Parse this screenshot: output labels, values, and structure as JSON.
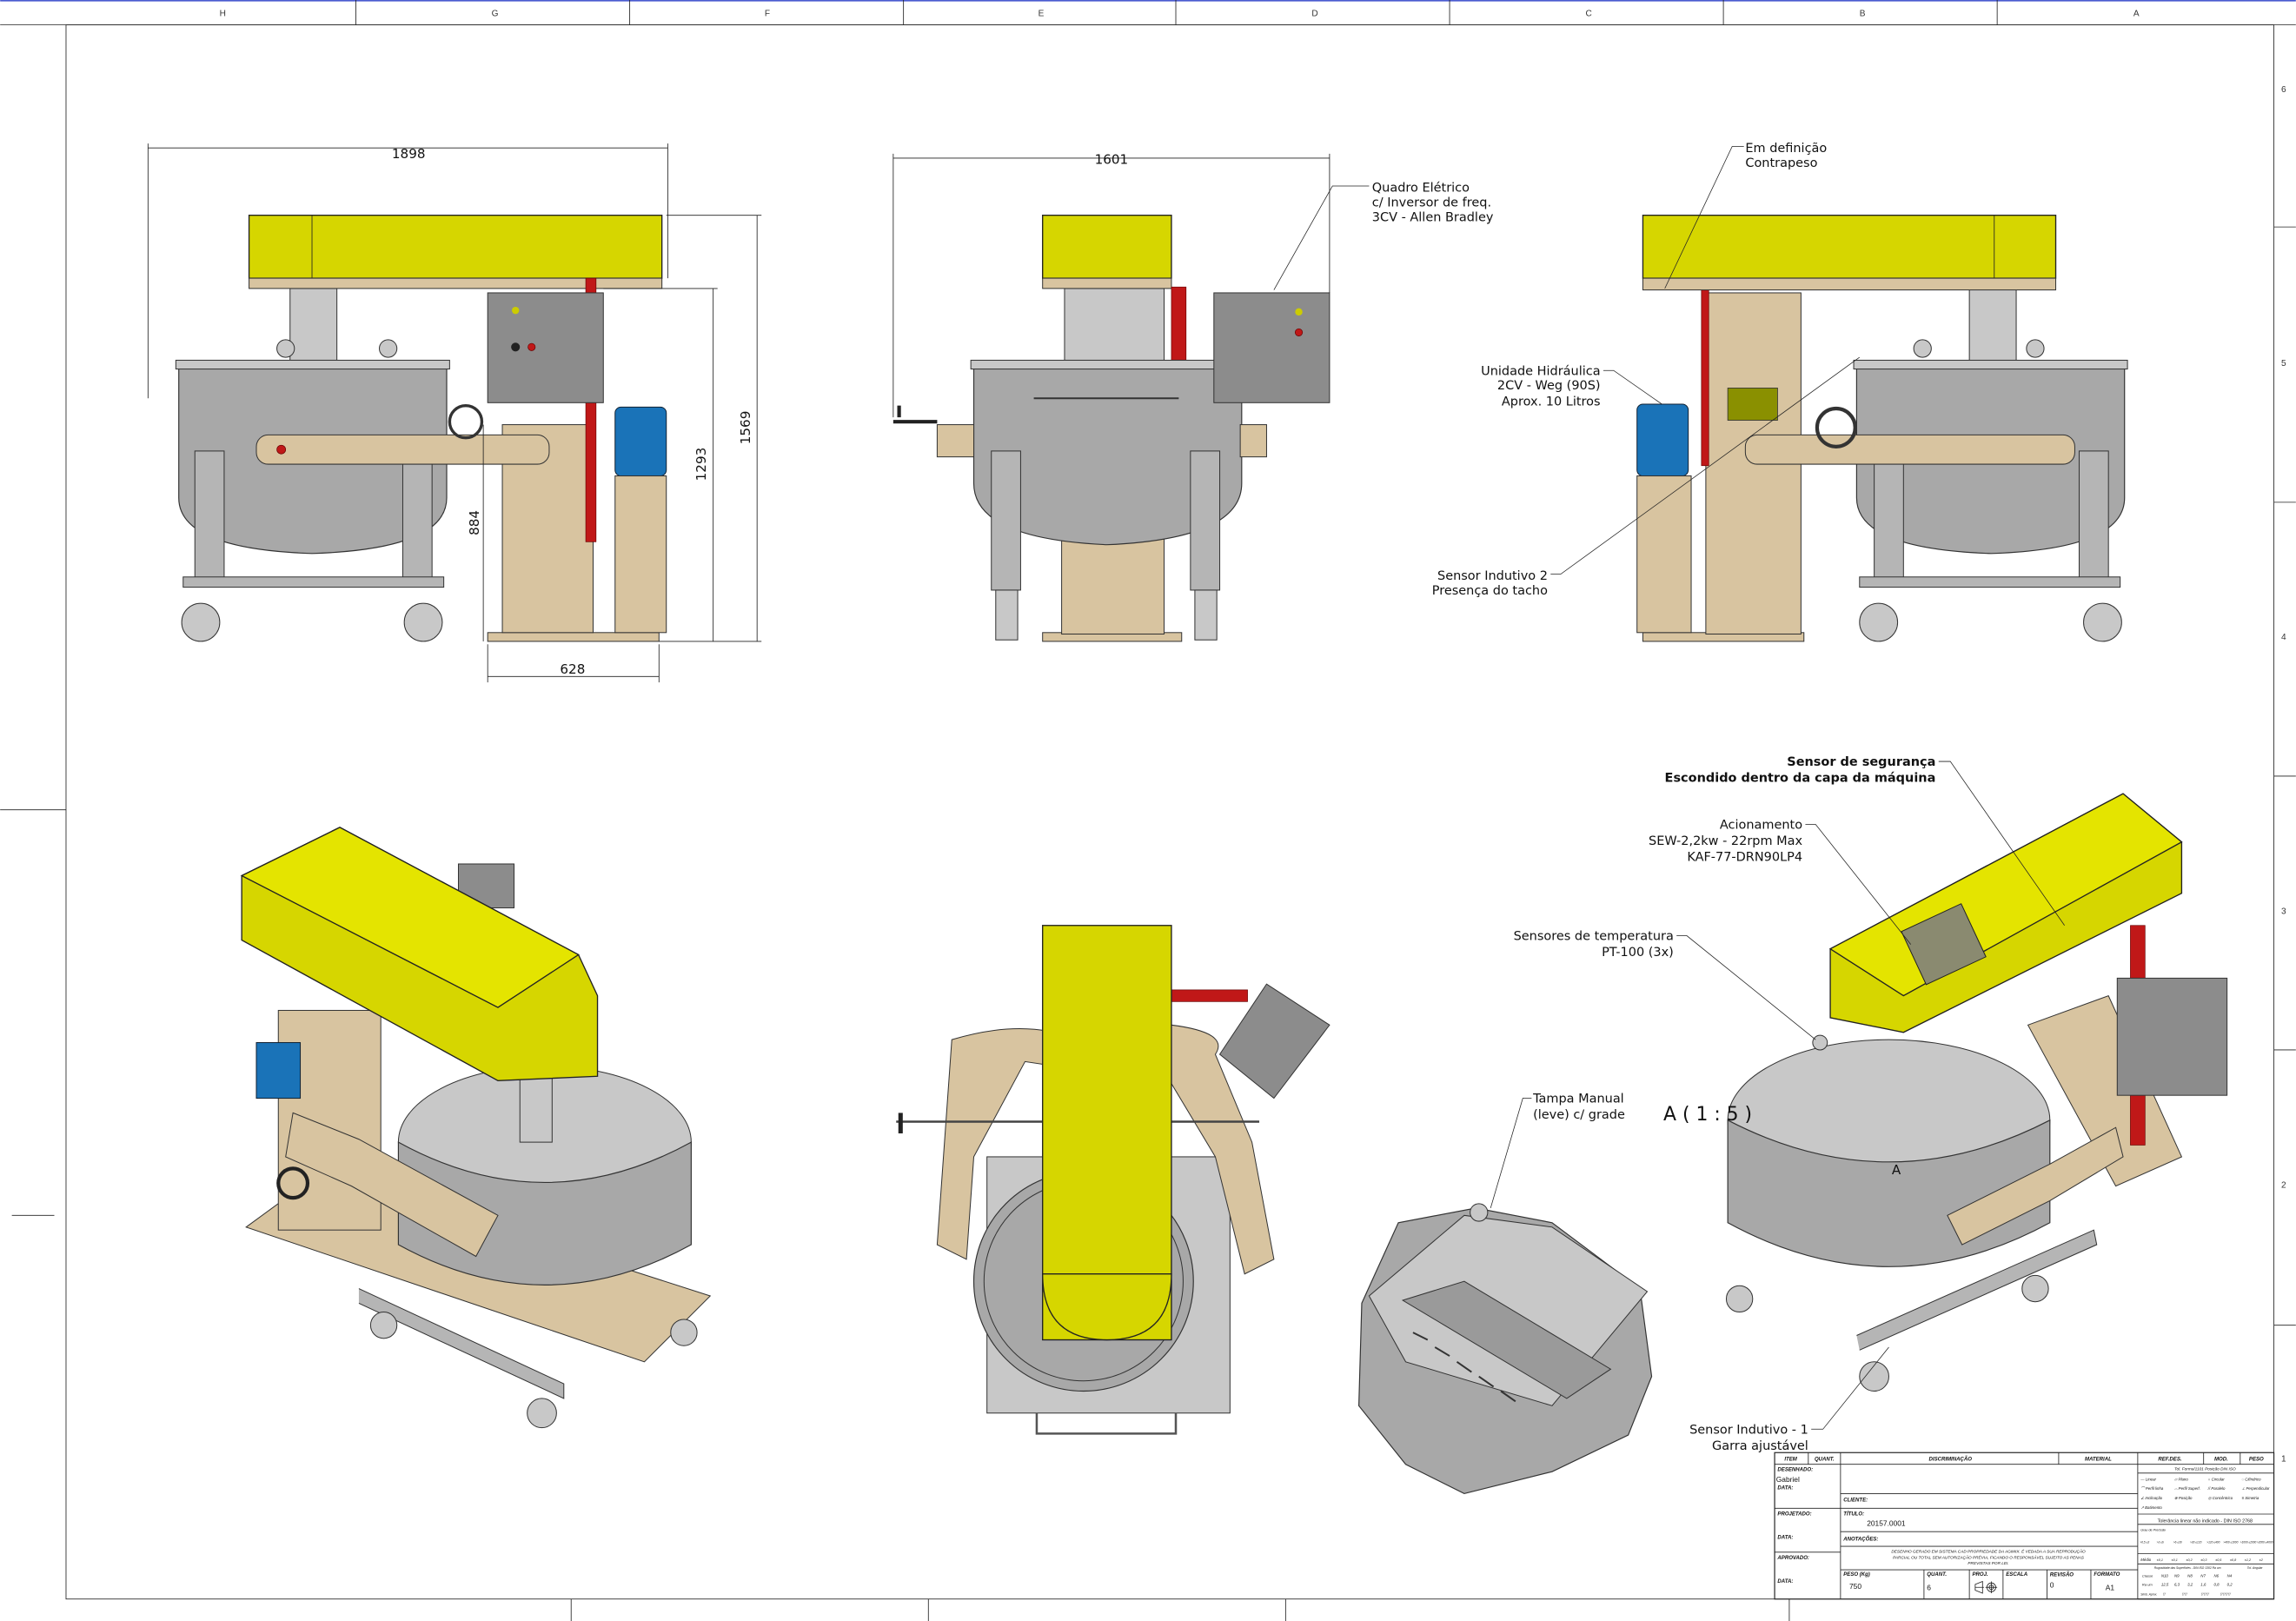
{
  "grid": {
    "columns": [
      "H",
      "G",
      "F",
      "E",
      "D",
      "C",
      "B",
      "A"
    ],
    "rows": [
      "6",
      "5",
      "4",
      "3",
      "2",
      "1"
    ]
  },
  "dimensions": {
    "front_width": "1898",
    "front_height_total": "1569",
    "front_height_column": "1293",
    "front_height_arm": "884",
    "front_base_width": "628",
    "side_width": "1601"
  },
  "annotations": {
    "quadro": [
      "Quadro Elétrico",
      "c/ Inversor de freq.",
      "3CV - Allen Bradley"
    ],
    "contrapeso": [
      "Em definição",
      "Contrapeso"
    ],
    "hidraulica": [
      "Unidade Hidráulica",
      "2CV - Weg (90S)",
      "Aprox. 10 Litros"
    ],
    "sensor2": [
      "Sensor Indutivo 2",
      "Presença do tacho"
    ],
    "seguranca": [
      "Sensor de segurança",
      "Escondido dentro da capa da máquina"
    ],
    "acionamento": [
      "Acionamento",
      "SEW-2,2kw - 22rpm Max",
      "KAF-77-DRN90LP4"
    ],
    "temperatura": [
      "Sensores de temperatura",
      "PT-100 (3x)"
    ],
    "tampa": [
      "Tampa Manual",
      "(leve) c/ grade"
    ],
    "sensor1": [
      "Sensor Indutivo - 1",
      "Garra ajustável"
    ],
    "detail_label": "A ( 1 : 5 )",
    "detail_marker": "A"
  },
  "colors": {
    "cover": "#d6d600",
    "frame": "#d8c4a0",
    "steel": "#a8a8a8",
    "motor": "#1a73b8",
    "hose": "#c01818"
  },
  "title_block": {
    "headers": {
      "item": "ITEM",
      "quant": "QUANT.",
      "discriminacao": "DISCRIMINAÇÃO",
      "material": "MATERIAL",
      "refdes": "REF.DES.",
      "mod": "MOD.",
      "peso": "PESO"
    },
    "desenhado_label": "DESENHADO:",
    "desenhado_value": "Gabriel",
    "data_label": "DATA:",
    "projetado_label": "PROJETADO:",
    "aprovado_label": "APROVADO:",
    "cliente_label": "CLIENTE:",
    "titulo_label": "TÍTULO:",
    "titulo_value": "20157.0001",
    "anotacoes_label": "ANOTAÇÕES:",
    "disclaimer": [
      "DESENHO GERADO EM SISTEMA CAD PROPRIEDADE DA AGIMIX. É VEDADA A SUA REPRODUÇÃO",
      "PARCIAL OU TOTAL SEM AUTORIZAÇÃO PRÉVIA, FICANDO O RESPONSÁVEL SUJEITO AS PENAS",
      "PREVISTAS POR LEI."
    ],
    "peso_label": "PESO (Kg)",
    "peso_value": "750",
    "quant_label": "QUANT.",
    "quant_value": "6",
    "proj_label": "PROJ.",
    "escala_label": "ESCALA",
    "revisao_label": "REVISÃO",
    "revisao_value": "0",
    "formato_label": "FORMATO",
    "formato_value": "A1",
    "tolerance": {
      "title": "Tol. Forma/1101 Posição DIN ISO",
      "symbols": [
        "— Linear",
        "▱ Plano",
        "○ Circular",
        "◌ Cilíndrico",
        "⌒ Perfil linha",
        "⌓ Perfil Superf.",
        "// Paralelo",
        "⊥ Perpendicular",
        "∠ Inclinação",
        "⊕ Posição",
        "◎ Concêntrico",
        "≡ Simetria",
        "↗ Batimento"
      ],
      "linear": "Tolerância linear não indicado - DIN ISO 2768",
      "grau_label": "Grau de Precisão",
      "grau": [
        ">0,5 ≤3",
        ">3 ≤6",
        ">6 ≤30",
        ">30 ≤120",
        ">120 ≤400",
        ">400 ≤1000",
        ">1000 ≤2000",
        ">2000 ≤4000"
      ],
      "medio_label": "Médio",
      "medio": [
        "±0,1",
        "±0,1",
        "±0,2",
        "±0,3",
        "±0,5",
        "±0,8",
        "±1,2",
        "±2"
      ],
      "rugosidade": "Rugosidade das Superfícies - DIN ISO 1302 Ra um",
      "tol_angular": "Tol. Angular",
      "classe_label": "Classe",
      "classe": [
        "N10",
        "N9",
        "N8",
        "N7",
        "N6",
        "N4"
      ],
      "ra_label": "Ra um",
      "ra": [
        "12,5",
        "6,3",
        "3,2",
        "1,6",
        "0,8",
        "0,2"
      ],
      "simb_label": "Simb. Aprox.",
      "simb": [
        "▽",
        "▽▽",
        "▽▽▽",
        "▽▽▽▽"
      ]
    }
  }
}
